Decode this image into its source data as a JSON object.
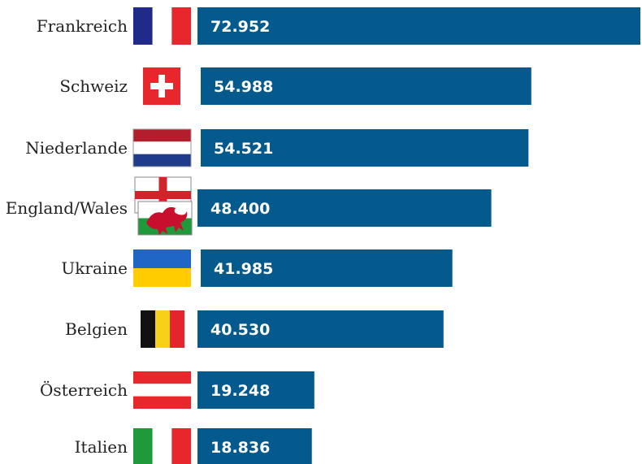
{
  "chart_data": {
    "type": "bar",
    "orientation": "horizontal",
    "categories": [
      "Frankreich",
      "Schweiz",
      "Niederlande",
      "England/Wales",
      "Ukraine",
      "Belgien",
      "Österreich",
      "Italien"
    ],
    "values": [
      72952,
      54988,
      54521,
      48400,
      41985,
      40530,
      19248,
      18836
    ],
    "value_labels": [
      "72.952",
      "54.988",
      "54.521",
      "48.400",
      "41.985",
      "40.530",
      "19.248",
      "18.836"
    ],
    "flags": [
      "france-flag",
      "switzerland-flag",
      "netherlands-flag",
      "england-wales-flags",
      "ukraine-flag",
      "belgium-flag",
      "austria-flag",
      "italy-flag"
    ],
    "title": "",
    "xlabel": "",
    "ylabel": "",
    "grid": false,
    "bar_color": "#045A8D",
    "value_label_color": "#ffffff"
  }
}
